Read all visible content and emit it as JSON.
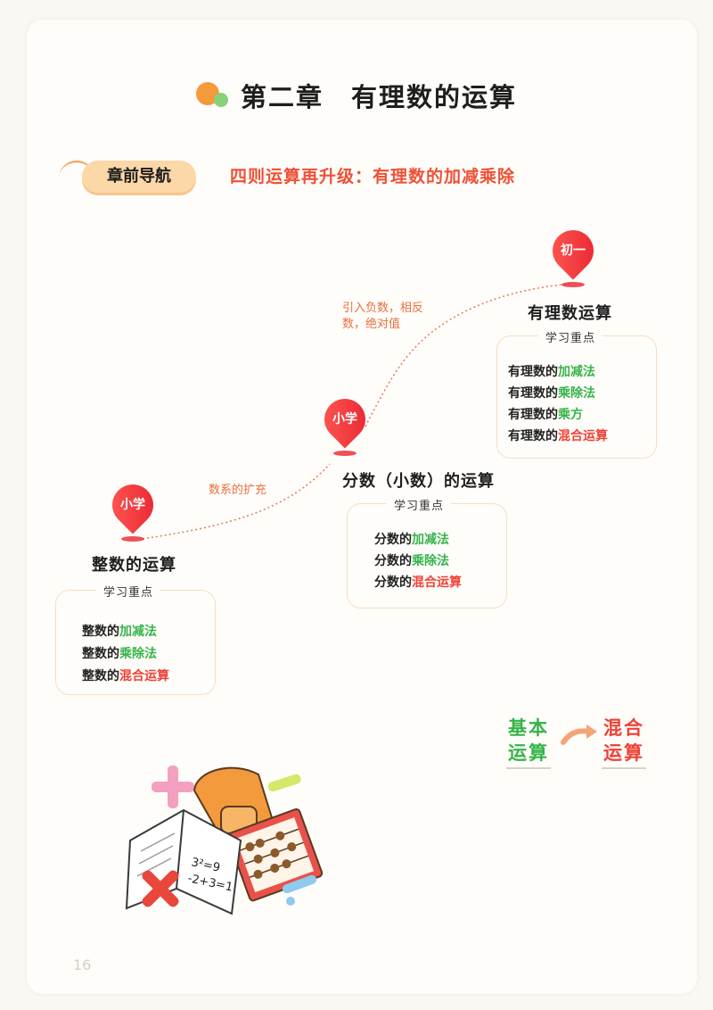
{
  "chapter_title": "第二章　有理数的运算",
  "nav": {
    "label": "章前导航",
    "subtitle": "四则运算再升级：有理数的加减乘除"
  },
  "annotations": {
    "extend_numbers": "数系的扩充",
    "negatives_line1": "引入负数，相反",
    "negatives_line2": "数，绝对值"
  },
  "nodes": [
    {
      "pin": "小学",
      "title": "整数的运算",
      "focus_label": "学习重点",
      "items": [
        {
          "pre": "整数的",
          "hl": "加减法",
          "color": "green"
        },
        {
          "pre": "整数的",
          "hl": "乘除法",
          "color": "green"
        },
        {
          "pre": "整数的",
          "hl": "混合运算",
          "color": "red"
        }
      ]
    },
    {
      "pin": "小学",
      "title": "分数（小数）的运算",
      "focus_label": "学习重点",
      "items": [
        {
          "pre": "分数的",
          "hl": "加减法",
          "color": "green"
        },
        {
          "pre": "分数的",
          "hl": "乘除法",
          "color": "green"
        },
        {
          "pre": "分数的",
          "hl": "混合运算",
          "color": "red"
        }
      ]
    },
    {
      "pin": "初一",
      "title": "有理数运算",
      "focus_label": "学习重点",
      "items": [
        {
          "pre": "有理数的",
          "hl": "加减法",
          "color": "green"
        },
        {
          "pre": "有理数的",
          "hl": "乘除法",
          "color": "green"
        },
        {
          "pre": "有理数的",
          "hl": "乘方",
          "color": "green"
        },
        {
          "pre": "有理数的",
          "hl": "混合运算",
          "color": "red"
        }
      ]
    }
  ],
  "compare": {
    "left_line1": "基本",
    "left_line2": "运算",
    "right_line1": "混合",
    "right_line2": "运算"
  },
  "illustration": {
    "formula1": "3²=9",
    "formula2": "-2+3=1"
  },
  "page_number": "16",
  "colors": {
    "accent_orange": "#f39a3c",
    "accent_green": "#36b44a",
    "accent_red": "#ef4136",
    "pin_red": "#e8242f",
    "nav_pill": "#fcd7a8"
  }
}
